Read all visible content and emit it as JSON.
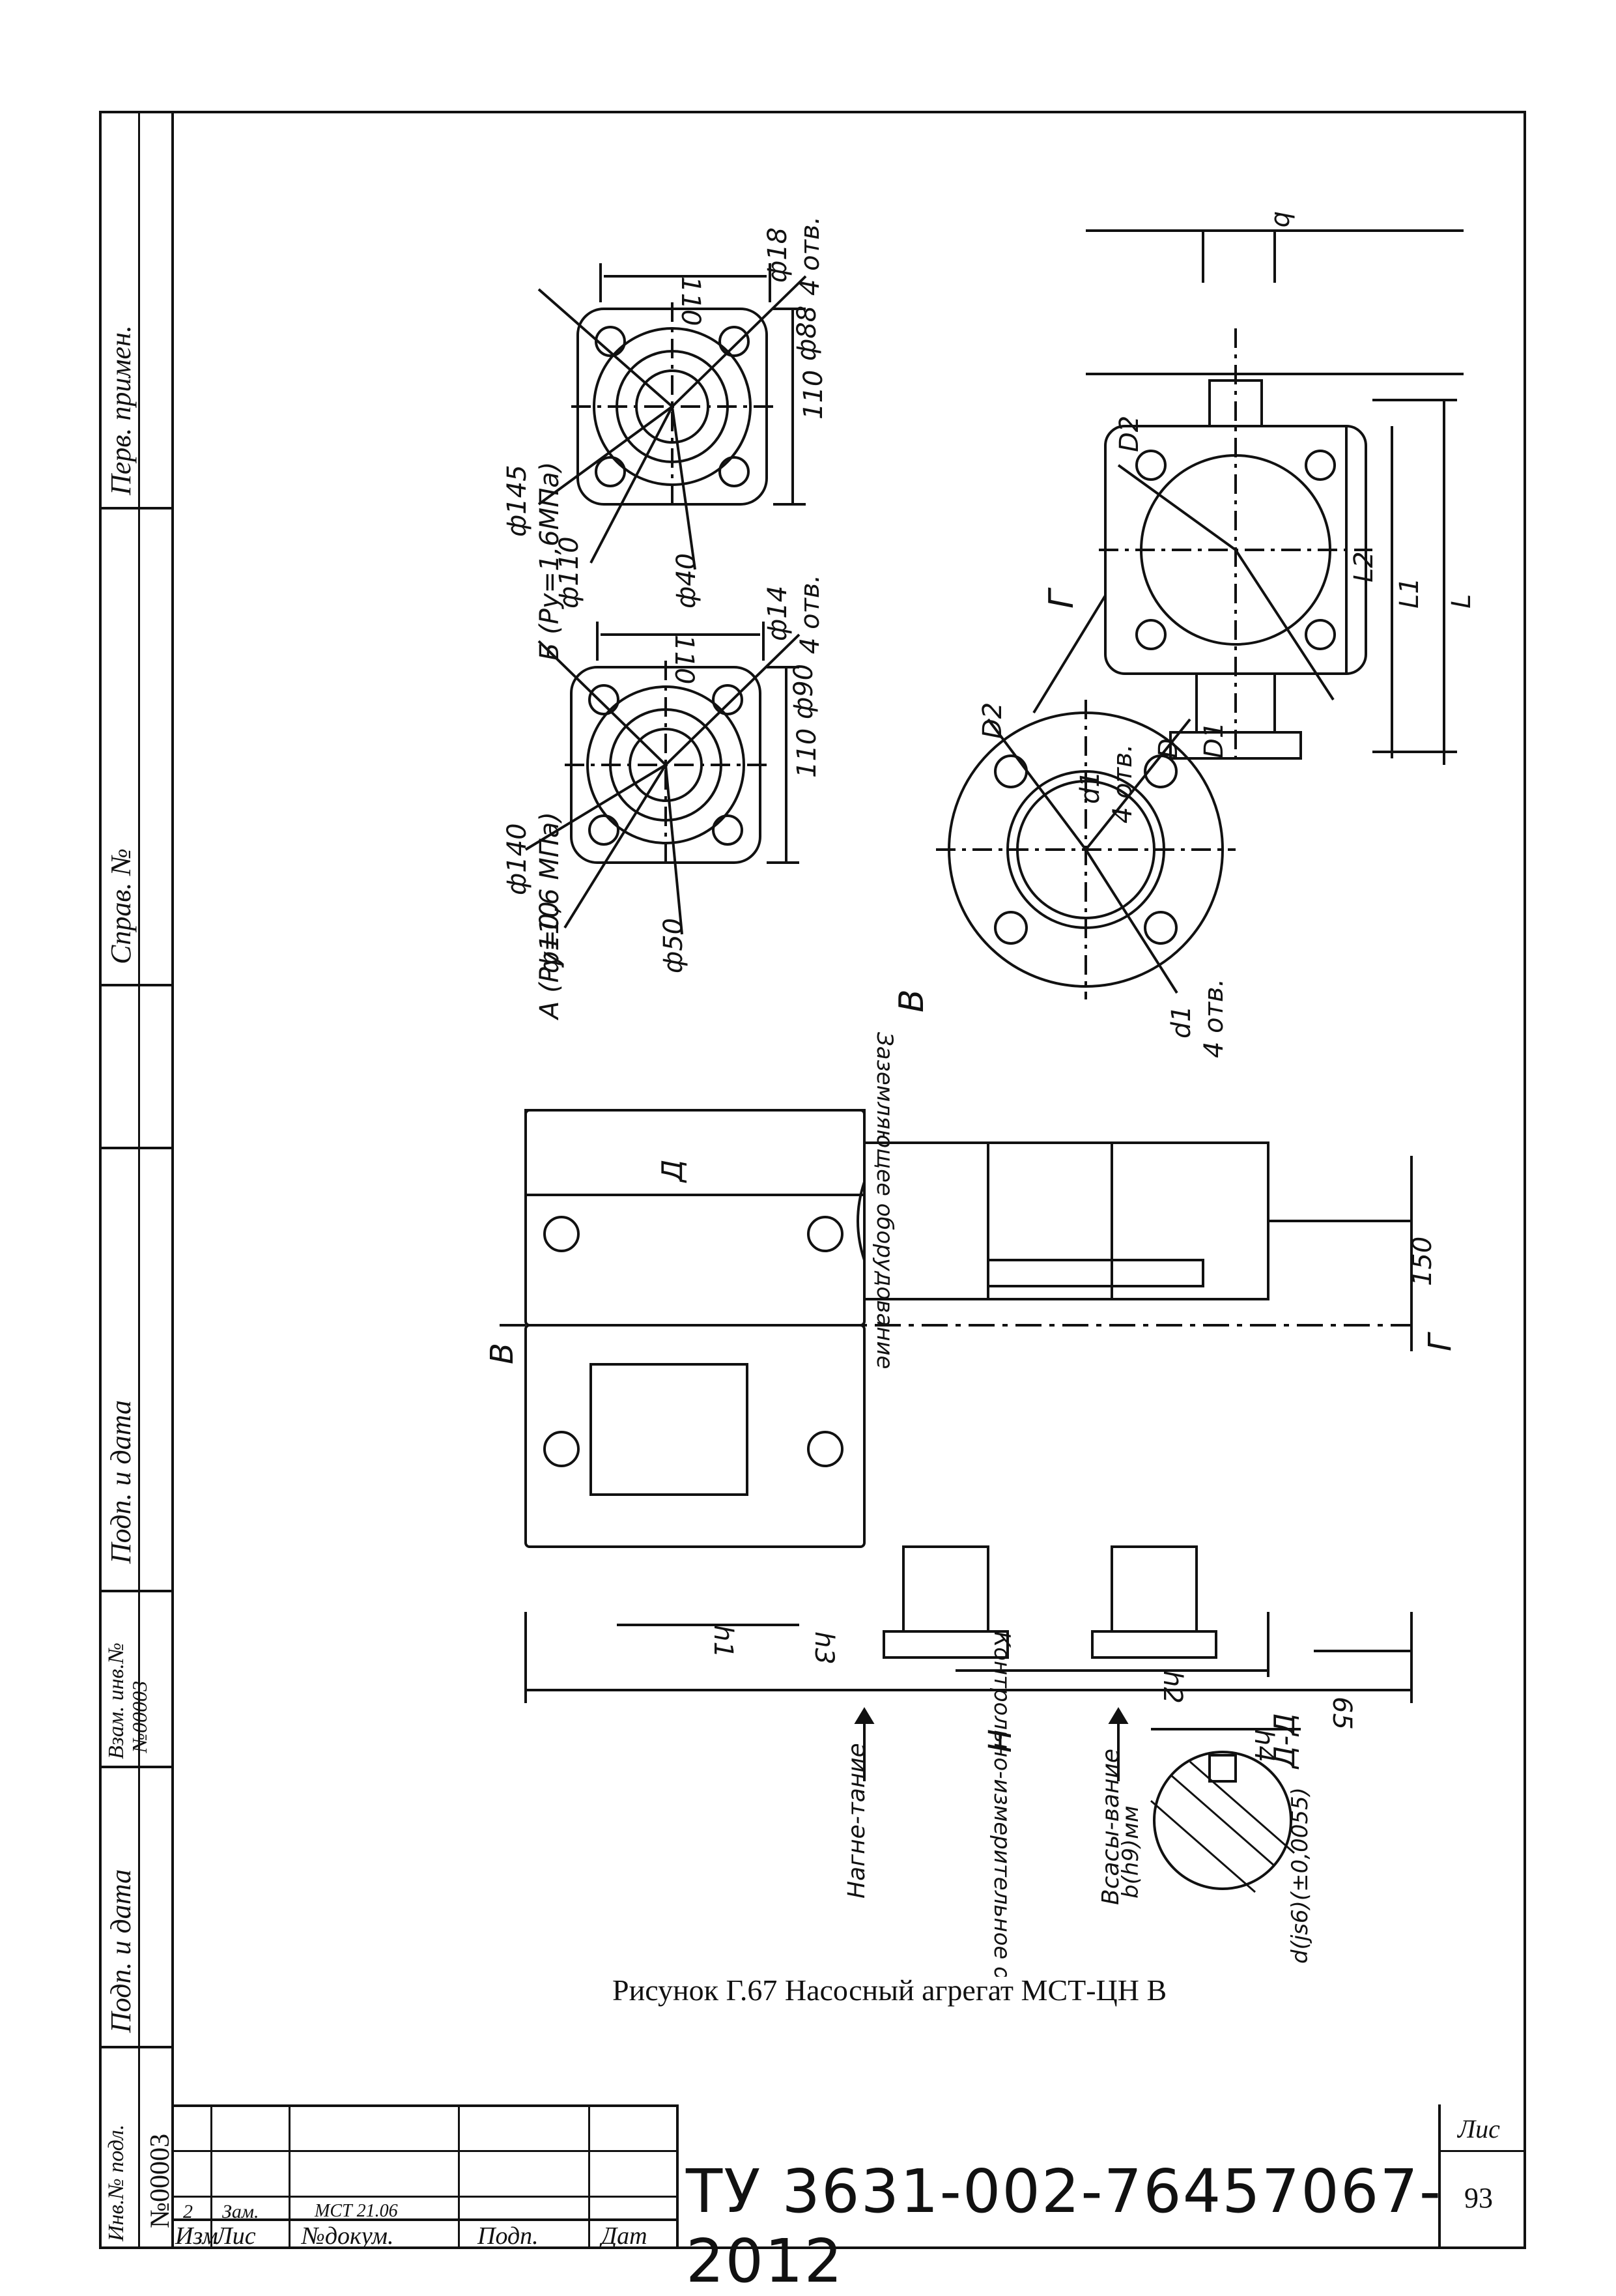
{
  "side_stamp": {
    "perv_primen": "Перв. примен.",
    "sprav_no": "Справ. №",
    "podp_data_top": "Подп. и дата",
    "vzam_inv": "Взам. инв.№",
    "vzam_inv_value": "№00003",
    "podp_data_bottom": "Подп. и дата",
    "inv_podl": "Инв.№ подл.",
    "inv_podl_value": "№00003"
  },
  "drawing": {
    "view_A_title": "А (Pу=0,6 МПа)",
    "view_B_title": "Б (Pу=1,6МПа)",
    "view_V_label": "В",
    "view_G_label": "Г",
    "view_D_label": "Д",
    "section_DD_label": "Д-Д",
    "dim_110": "110",
    "dim_150": "150",
    "dim_65": "65",
    "dim_H": "H",
    "dim_h1": "h1",
    "dim_h2": "h2",
    "dim_h3": "h3",
    "dim_h4": "h4",
    "dim_L": "L",
    "dim_L1": "L1",
    "dim_L2": "L2",
    "dim_D": "D",
    "dim_D1": "D1",
    "dim_D2": "D2",
    "dim_d1": "d1",
    "dim_b": "b",
    "dim_phi14": "ф14",
    "dim_phi18": "ф18",
    "dim_4otv": "4 отв.",
    "dim_phi90": "ф90",
    "dim_phi88": "ф88",
    "dim_phi140": "ф140",
    "dim_phi145": "ф145",
    "dim_phi110": "ф110",
    "dim_phi50": "ф50",
    "dim_phi40": "ф40",
    "note_ground": "Заземляющее оборудование",
    "note_control": "Контрольно-измерительное оборудование",
    "arrow_nagnetanie": "Нагне-тание",
    "arrow_vsasyvanie": "Всасы-вание",
    "tol_b": "b(h9)мм",
    "tol_d": "d(js6)(±0,0055)"
  },
  "caption": "Рисунок Г.67 Насосный агрегат МСТ-ЦН В",
  "title_block": {
    "izm_value": "2",
    "zam_value": "Зам.",
    "doc_value": "МСТ 21.06",
    "col_izm": "Изм",
    "col_list": "Лис",
    "col_ndok": "№докум.",
    "col_podp": "Подп.",
    "col_data": "Дат",
    "designation": "ТУ 3631-002-76457067-2012",
    "sheet_label": "Лис",
    "sheet_number": "93"
  }
}
